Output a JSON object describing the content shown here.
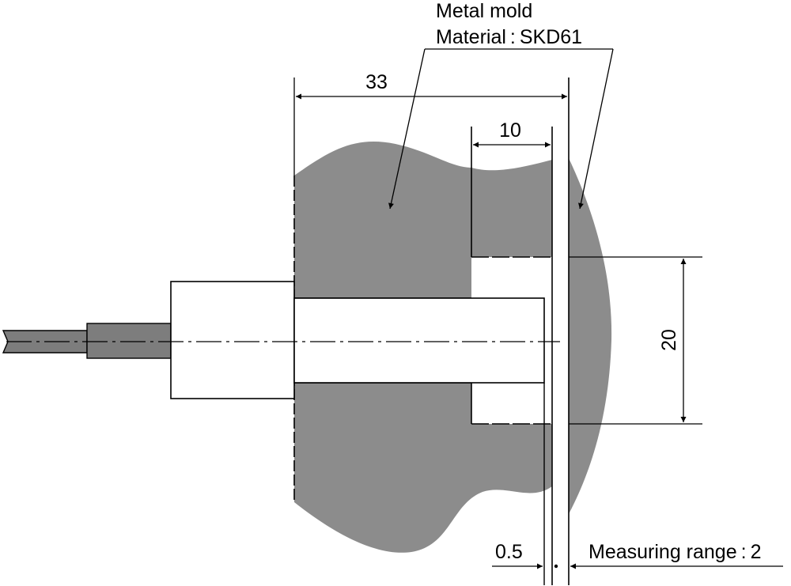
{
  "callout": {
    "line1": "Metal mold",
    "line2": "Material : SKD61"
  },
  "dimensions": {
    "overall_length": "33",
    "slot_width": "10",
    "gap_height": "20",
    "offset": "0.5",
    "measuring_range": "Measuring range : 2"
  },
  "colors": {
    "mold_fill": "#8c8c8c",
    "sensor_cable": "#7d7d7d",
    "line": "#000000",
    "background": "#ffffff"
  }
}
